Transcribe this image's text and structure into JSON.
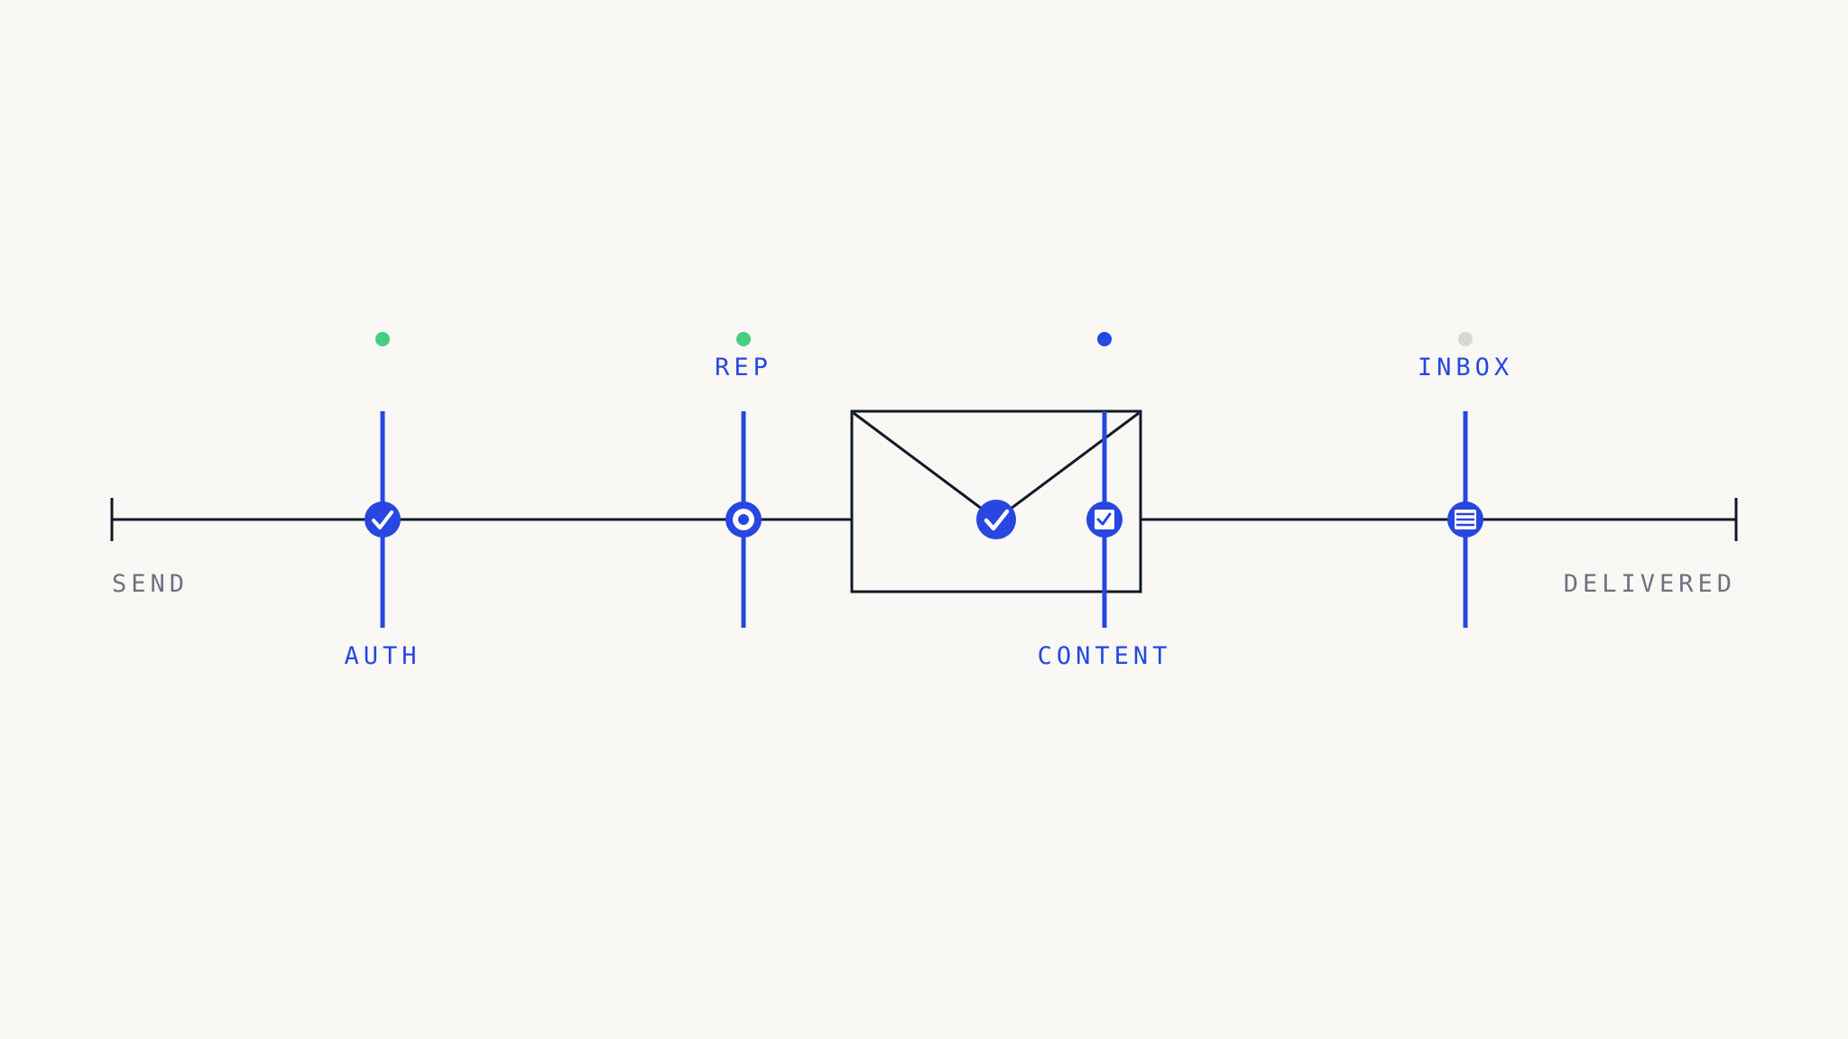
{
  "colors": {
    "background": "#f9f8f4",
    "ink": "#0f1b2a",
    "accent": "#2747e0",
    "muted": "#6b7280",
    "ok": "#45cd82",
    "pending": "#d9d8cf"
  },
  "endpoints": {
    "start_label": "SEND",
    "end_label": "DELIVERED"
  },
  "stages": [
    {
      "id": "auth",
      "label": "AUTH",
      "label_position": "below",
      "icon": "check-circle-icon",
      "status": "ok"
    },
    {
      "id": "rep",
      "label": "REP",
      "label_position": "above",
      "icon": "target-icon",
      "status": "ok"
    },
    {
      "id": "content",
      "label": "CONTENT",
      "label_position": "below",
      "icon": "checkbox-icon",
      "status": "active"
    },
    {
      "id": "inbox",
      "label": "INBOX",
      "label_position": "above",
      "icon": "list-icon",
      "status": "pending"
    }
  ],
  "envelope": {
    "icon": "envelope-icon",
    "badge": "check-circle-icon"
  }
}
